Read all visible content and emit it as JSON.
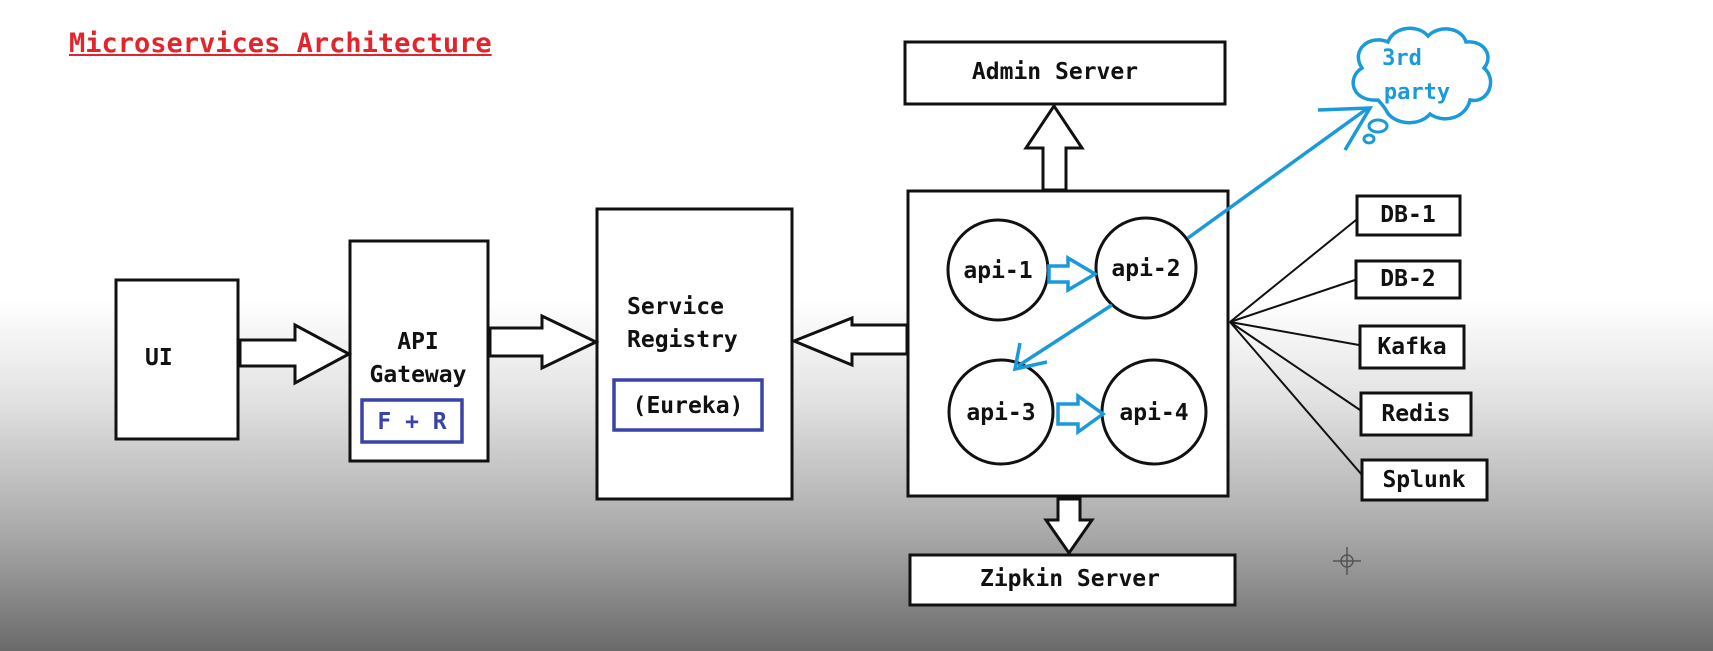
{
  "title": "Microservices Architecture",
  "nodes": {
    "ui": "UI",
    "api_gateway": {
      "line1": "API",
      "line2": "Gateway",
      "badge": "F + R"
    },
    "service_registry": {
      "line1": "Service",
      "line2": "Registry",
      "badge": "(Eureka)"
    },
    "admin_server": "Admin Server",
    "zipkin_server": "Zipkin Server",
    "third_party": {
      "line1": "3rd",
      "line2": "party"
    },
    "apis": [
      "api-1",
      "api-2",
      "api-3",
      "api-4"
    ],
    "resources": [
      "DB-1",
      "DB-2",
      "Kafka",
      "Redis",
      "Splunk"
    ]
  },
  "colors": {
    "title": "#e0262c",
    "inner_box": "#3b42a8",
    "flow_arrow": "#1b9ad9",
    "stroke": "#111111"
  }
}
